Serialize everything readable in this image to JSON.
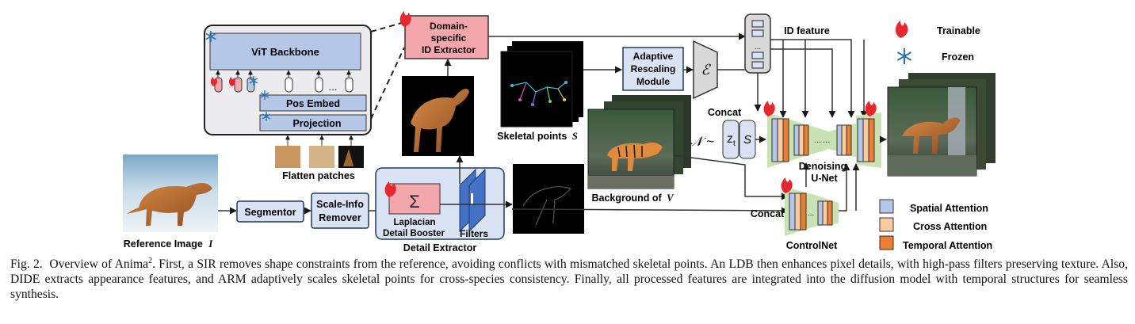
{
  "diagram": {
    "vit_backbone": "ViT Backbone",
    "pos_embed": "Pos Embed",
    "projection": "Projection",
    "ellipsis": "...",
    "flatten_patches": "Flatten patches",
    "reference_image": "Reference Image",
    "reference_image_symbol": "I",
    "segmentor": "Segmentor",
    "scale_info_remover": [
      "Scale-Info",
      "Remover"
    ],
    "detail_extractor": "Detail Extractor",
    "sigma": "Σ",
    "laplacian_detail_booster": [
      "Laplacian",
      "Detail Booster"
    ],
    "filters": "Filters",
    "domain_specific_id_extractor": [
      "Domain-",
      "specific",
      "ID Extractor"
    ],
    "skeletal_points": "Skeletal points",
    "skeletal_symbol": "S",
    "adaptive_rescaling_module": [
      "Adaptive",
      "Rescaling",
      "Module"
    ],
    "encoder_symbol": "ℰ",
    "id_feature": "ID feature",
    "concat_top": "Concat",
    "noise_prefix": "𝒩 ~",
    "zt_base": "z",
    "zt_sub": "t",
    "background_of_v": "Background of",
    "v_symbol": "V",
    "denoising_unet": [
      "Denoising",
      "U-Net"
    ],
    "concat_bottom": "Concat",
    "controlnet": "ControlNet",
    "legend": {
      "trainable": "Trainable",
      "frozen": "Frozen",
      "spatial": "Spatial Attention",
      "cross": "Cross Attention",
      "temporal": "Temporal Attention"
    },
    "colors": {
      "blue_box": "#b4c7e7",
      "pink_box": "#f4a6ad",
      "spatial": "#b4c7e7",
      "cross": "#f8cba0",
      "temporal": "#ed7d31",
      "unet_green": "#c9e2b3",
      "flame": "#e8262c",
      "frozen": "#2e75b6"
    }
  },
  "caption": {
    "fig": "Fig. 2.",
    "title": "Overview of Anima",
    "sup": "2",
    "body": ". First, a SIR removes shape constraints from the reference, avoiding conflicts with mismatched skeletal points. An LDB then enhances pixel details, with high-pass filters preserving texture. Also, DIDE extracts appearance features, and ARM adaptively scales skeletal points for cross-species consistency. Finally, all processed features are integrated into the diffusion model with temporal structures for seamless synthesis."
  }
}
